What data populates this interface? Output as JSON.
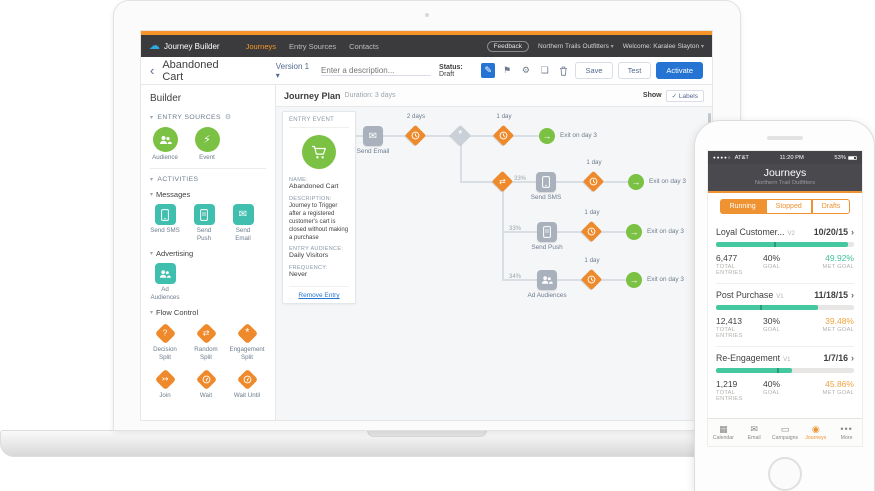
{
  "colors": {
    "accent_orange": "#f79428",
    "accent_blue": "#2573d2",
    "green": "#7bc143",
    "teal": "#40bfae",
    "diamond_orange": "#ee8a2b",
    "node_gray": "#a9b2bc",
    "progress_teal": "#45c8a0",
    "met_green": "#3fbf9a",
    "met_amber": "#f0a33f"
  },
  "navbar": {
    "brand": "Journey Builder",
    "tabs": [
      {
        "label": "Journeys"
      },
      {
        "label": "Entry Sources"
      },
      {
        "label": "Contacts"
      }
    ],
    "feedback": "Feedback",
    "org": "Northern Trails Outfitters",
    "welcome": "Welcome: Karalee Slayton"
  },
  "toolbar": {
    "back": "‹",
    "title": "Abandoned Cart",
    "version": "Version 1 ▾",
    "description_placeholder": "Enter a description...",
    "status_label": "Status:",
    "status_value": "Draft",
    "save": "Save",
    "test": "Test",
    "activate": "Activate"
  },
  "sidebar": {
    "title": "Builder",
    "entry_sources_header": "ENTRY SOURCES",
    "entry_sources": [
      {
        "label": "Audience"
      },
      {
        "label": "Event"
      }
    ],
    "activities_header": "ACTIVITIES",
    "messages_header": "Messages",
    "messages": [
      {
        "label": "Send SMS"
      },
      {
        "label": "Send Push"
      },
      {
        "label": "Send Email"
      }
    ],
    "advertising_header": "Advertising",
    "advertising": [
      {
        "label": "Ad Audiences"
      }
    ],
    "flow_control_header": "Flow Control",
    "flow_control": [
      {
        "label": "Decision Split"
      },
      {
        "label": "Random Split"
      },
      {
        "label": "Engagement Split"
      },
      {
        "label": "Join"
      },
      {
        "label": "Wait"
      },
      {
        "label": "Wait Until"
      }
    ]
  },
  "canvas": {
    "plan_title": "Journey Plan",
    "duration": "Duration: 3 days",
    "show_label": "Show",
    "labels_toggle": "✓ Labels",
    "entry": {
      "header": "ENTRY EVENT",
      "name_label": "NAME:",
      "name": "Abandoned Cart",
      "desc_label": "DESCRIPTION:",
      "description": "Journey to Trigger after a registered customer's cart is closed without making a purchase",
      "audience_label": "ENTRY AUDIENCE:",
      "audience": "Daily Visitors",
      "frequency_label": "FREQUENCY:",
      "frequency": "Never",
      "remove": "Remove Entry"
    },
    "flow": {
      "send_email": "Send Email",
      "wait_2days": "2 days",
      "wait_1day": "1 day",
      "send_sms": "Send SMS",
      "send_push": "Send Push",
      "ad_audiences": "Ad Audiences",
      "exit": "Exit on day 3",
      "pct1": "33%",
      "pct2": "33%",
      "pct3": "34%"
    }
  },
  "phone": {
    "signal": "●●●●○",
    "carrier": "AT&T",
    "time": "11:20 PM",
    "battery": "53%",
    "title": "Journeys",
    "subtitle": "Northern Trail Outfitters",
    "tabs": [
      {
        "label": "Running"
      },
      {
        "label": "Stopped"
      },
      {
        "label": "Drafts"
      }
    ],
    "journeys": [
      {
        "name": "Loyal Customer...",
        "version": "V2",
        "date": "10/20/15",
        "chevron": "›",
        "entries": "6,477",
        "entries_label": "TOTAL ENTRIES",
        "goal": "40%",
        "goal_label": "GOAL",
        "met": "49.92%",
        "met_label": "MET GOAL",
        "met_color": "#3fbf9a",
        "progress": "96%",
        "marker": "42%"
      },
      {
        "name": "Post Purchase",
        "version": "V1",
        "date": "11/18/15",
        "chevron": "›",
        "entries": "12,413",
        "entries_label": "TOTAL ENTRIES",
        "goal": "30%",
        "goal_label": "GOAL",
        "met": "39.48%",
        "met_label": "MET GOAL",
        "met_color": "#f0a33f",
        "progress": "74%",
        "marker": "32%"
      },
      {
        "name": "Re-Engagement",
        "version": "V1",
        "date": "1/7/16",
        "chevron": "›",
        "entries": "1,219",
        "entries_label": "TOTAL ENTRIES",
        "goal": "40%",
        "goal_label": "GOAL",
        "met": "45.86%",
        "met_label": "MET GOAL",
        "met_color": "#f0a33f",
        "progress": "55%",
        "marker": "44%"
      }
    ],
    "nav": [
      {
        "label": "Calendar"
      },
      {
        "label": "Email"
      },
      {
        "label": "Campaigns"
      },
      {
        "label": "Journeys"
      },
      {
        "label": "More"
      }
    ]
  }
}
